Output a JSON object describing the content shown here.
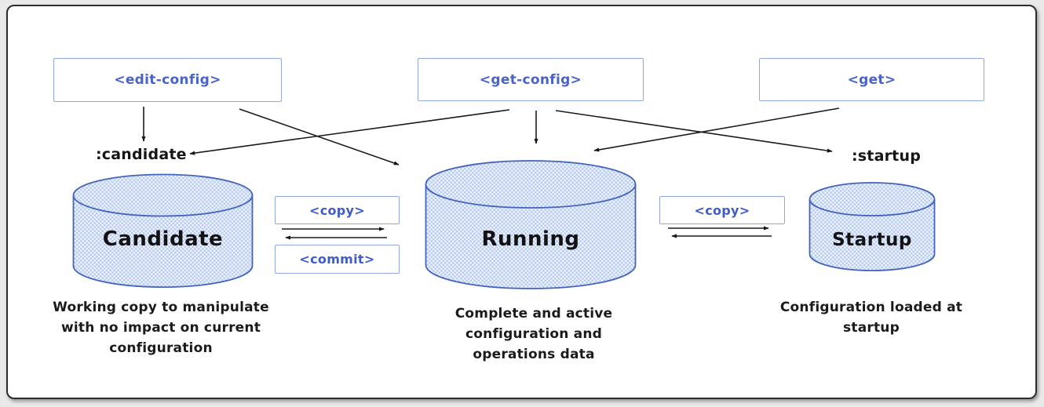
{
  "operations": {
    "edit_config": "<edit-config>",
    "get_config": "<get-config>",
    "get": "<get>"
  },
  "transfer_operations": {
    "copy_candidate_running": "<copy>",
    "commit": "<commit>",
    "copy_running_startup": "<copy>"
  },
  "tags": {
    "candidate": ":candidate",
    "startup": ":startup"
  },
  "datastores": {
    "candidate": {
      "name": "Candidate",
      "desc_lines": [
        "Working copy to manipulate",
        "with no impact on current",
        "configuration"
      ]
    },
    "running": {
      "name": "Running",
      "desc_lines": [
        "Complete and active",
        "configuration and",
        "operations data"
      ]
    },
    "startup": {
      "name": "Startup",
      "desc_lines": [
        "Configuration loaded at",
        "startup"
      ]
    }
  },
  "colors": {
    "operation_text_blue": "#4a63c8",
    "box_border_blue": "#93a7e0",
    "cylinder_stroke_blue": "#4463bd",
    "cylinder_fill_blue": "#b9cdf4",
    "arrow_black": "#1a1a1a",
    "frame_border": "#2c2c2c",
    "page_background": "#ffffff"
  }
}
